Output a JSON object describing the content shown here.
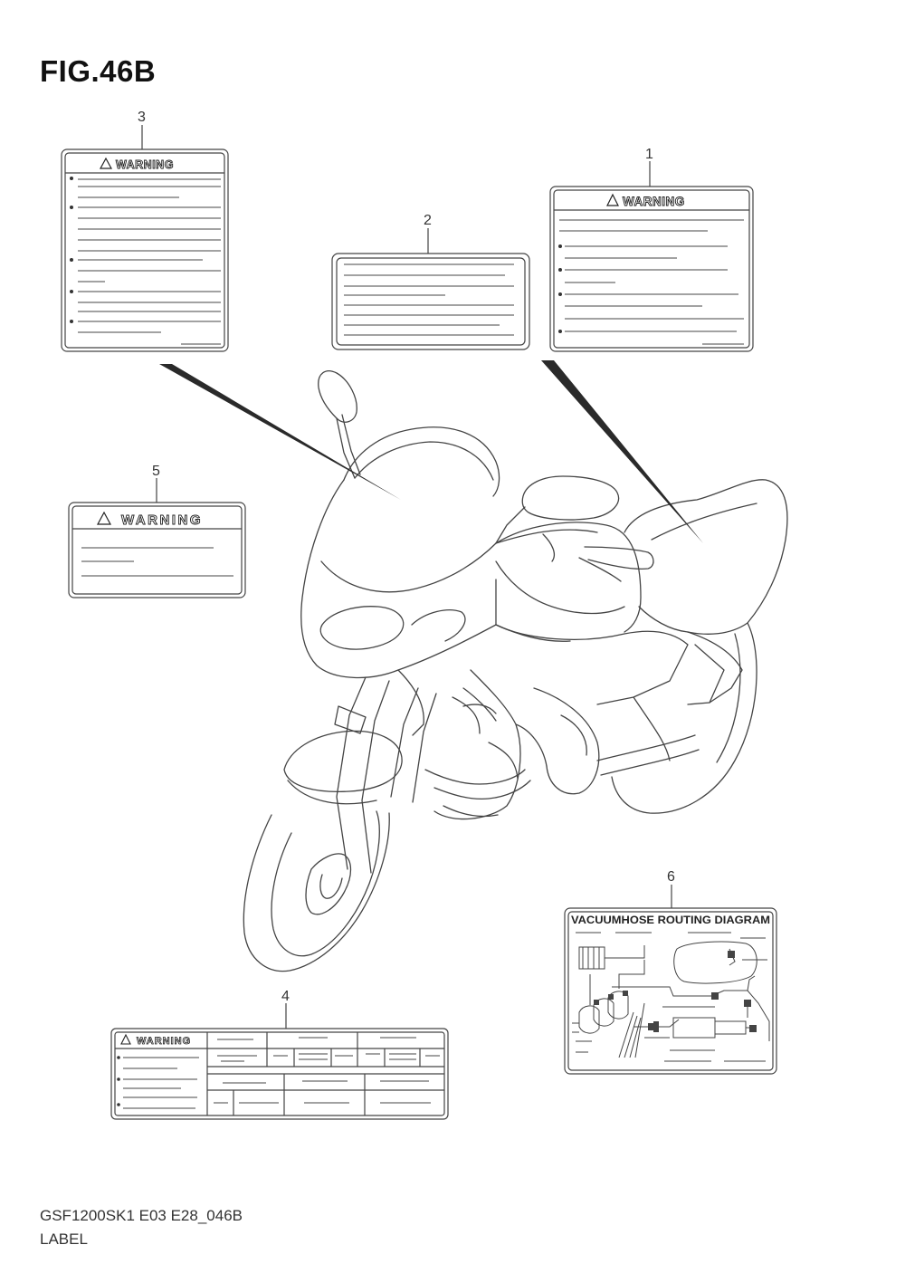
{
  "figure": {
    "title": "FIG.46B",
    "code": "GSF1200SK1 E03 E28_046B",
    "label": "LABEL"
  },
  "callouts": {
    "c1": "1",
    "c2": "2",
    "c3": "3",
    "c4": "4",
    "c5": "5",
    "c6": "6"
  },
  "labels": {
    "warning_text": "WARNING",
    "vacuum_title": "VACUUMHOSE ROUTING DIAGRAM"
  },
  "colors": {
    "line": "#444444",
    "pointer": "#2a2a2a"
  }
}
